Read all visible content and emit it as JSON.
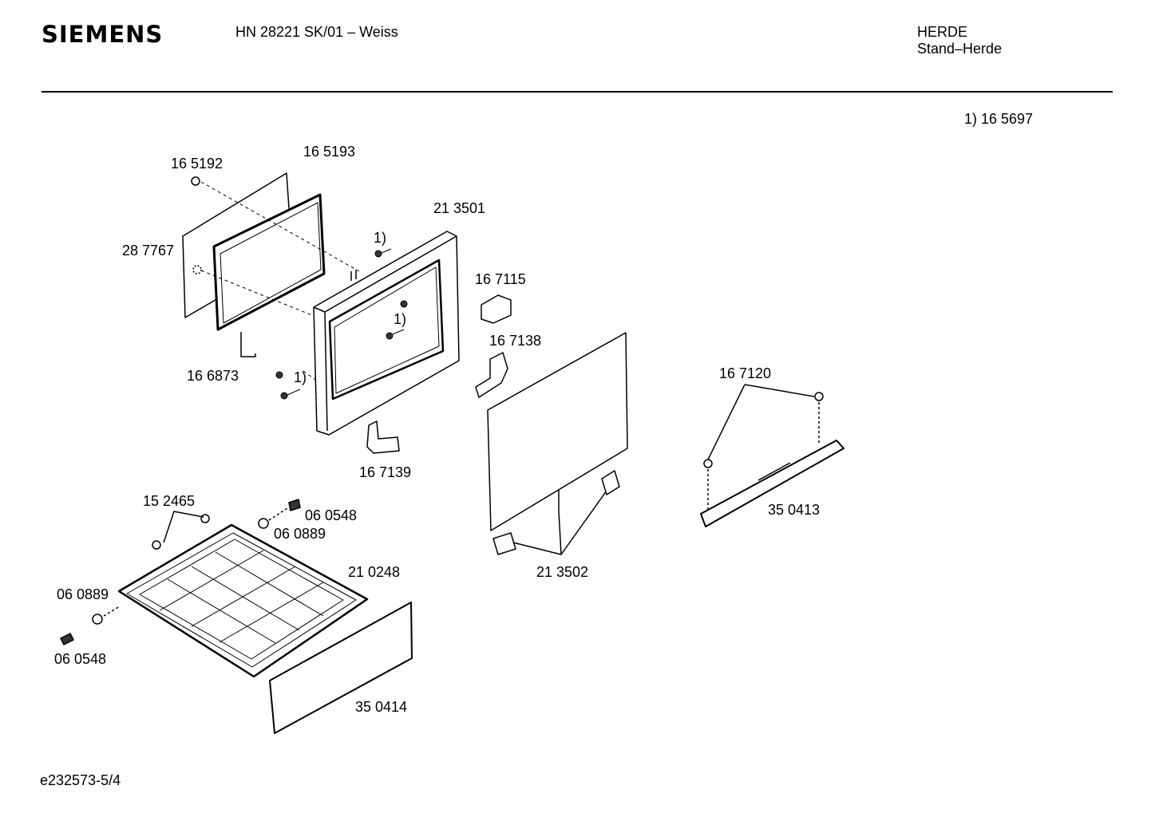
{
  "header": {
    "brand": "SIEMENS",
    "model": "HN 28221 SK/01 – Weiss",
    "category": "HERDE",
    "subcategory": "Stand–Herde"
  },
  "note": "1) 16 5697",
  "parts": {
    "p165192": "16 5192",
    "p165193": "16 5193",
    "p287767": "28 7767",
    "p166873": "16 6873",
    "p213501": "21 3501",
    "p167115": "16 7115",
    "p167138": "16 7138",
    "p167139": "16 7139",
    "p167120": "16 7120",
    "p350413": "35 0413",
    "p152465": "15 2465",
    "p060548a": "06 0548",
    "p060889a": "06 0889",
    "p210248": "21 0248",
    "p060889b": "06 0889",
    "p060548b": "06 0548",
    "p213502": "21 3502",
    "p350414": "35 0414",
    "ref1a": "1)",
    "ref1b": "1)",
    "ref1c": "1)"
  },
  "footer": {
    "doc_id": "e232573-5/4"
  }
}
